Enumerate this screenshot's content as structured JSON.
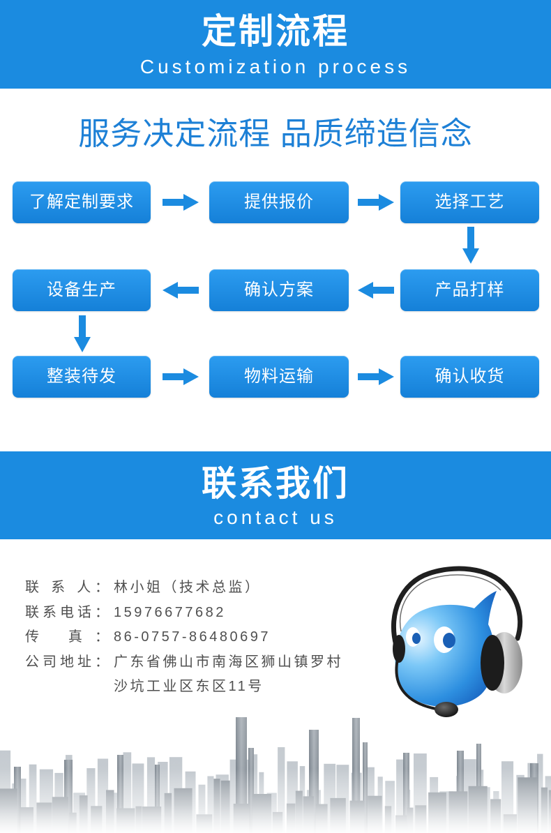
{
  "header": {
    "title": "定制流程",
    "subtitle": "Customization process"
  },
  "process": {
    "slogan": "服务决定流程 品质缔造信念",
    "steps": [
      "了解定制要求",
      "提供报价",
      "选择工艺",
      "产品打样",
      "确认方案",
      "设备生产",
      "整装待发",
      "物料运输",
      "确认收货"
    ]
  },
  "contact_header": {
    "title": "联系我们",
    "subtitle": "contact us"
  },
  "contact": {
    "person": {
      "label": "联 系 人：",
      "value": "林小姐（技术总监）"
    },
    "phone": {
      "label": "联系电话：",
      "value": "15976677682"
    },
    "fax": {
      "label": "传 真：",
      "value": "86-0757-86480697"
    },
    "address": {
      "label": "公司地址：",
      "lines": [
        "广东省佛山市南海区狮山镇罗村",
        "沙坑工业区东区11号"
      ]
    }
  },
  "icons": {
    "mascot": "headset-mascot-icon",
    "flow_arrow": "arrow-icon",
    "background": "city-skyline"
  },
  "colors": {
    "banner": "#1b8be0",
    "box_top": "#2c9cf0",
    "box_bottom": "#1580d8",
    "arrow": "#1b8be0",
    "slogan": "#1d80d6",
    "contact_text": "#4f4f4f"
  }
}
